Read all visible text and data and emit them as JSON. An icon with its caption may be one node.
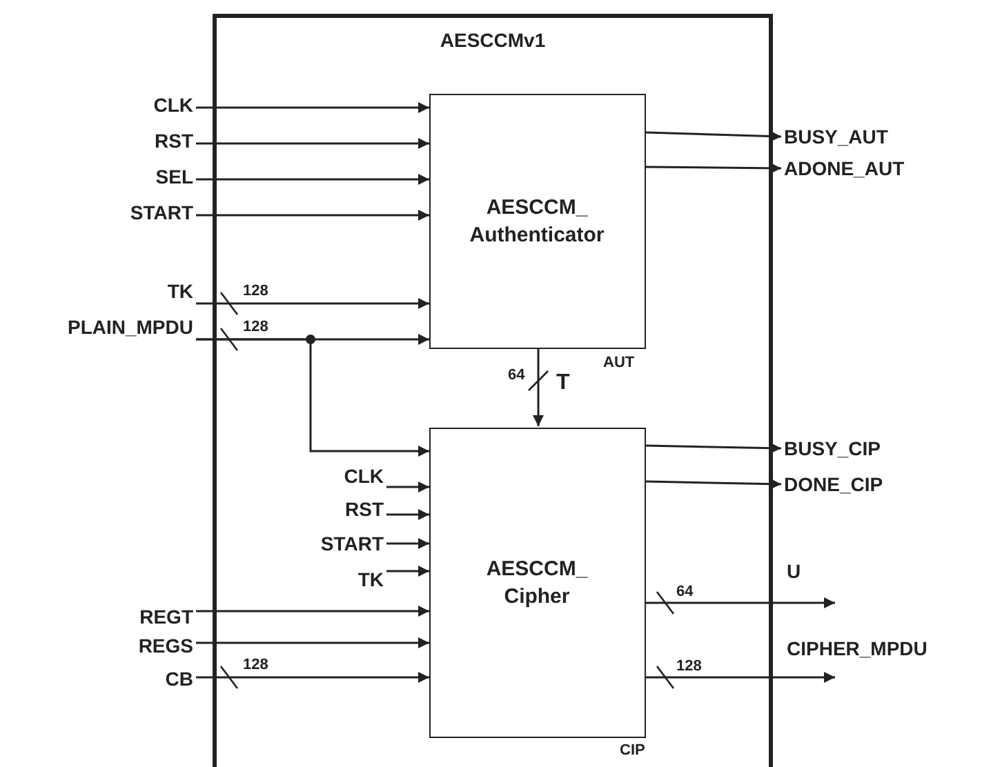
{
  "diagram": {
    "nodes": [
      {
        "text": [
          "AESCCMv1"
        ]
      },
      {
        "text": [
          "AESCCM_ Authenticator"
        ],
        "in": 0,
        "beside": [
          "AUT"
        ]
      },
      {
        "text": [
          "AESCCM_ Cipher"
        ],
        "in": 0,
        "beside": [
          "CIP"
        ]
      },
      {
        "text": [
          "CLK"
        ]
      },
      {
        "text": [
          "RST"
        ]
      },
      {
        "text": [
          "SEL"
        ]
      },
      {
        "text": [
          "START"
        ]
      },
      {
        "text": [
          "TK"
        ]
      },
      {
        "text": [
          "PLAIN_MPDU"
        ]
      },
      {
        "text": [
          "REGT"
        ]
      },
      {
        "text": [
          "REGS"
        ]
      },
      {
        "text": [
          "CB"
        ]
      },
      {
        "text": [
          "CLK"
        ],
        "in": 0
      },
      {
        "text": [
          "RST"
        ],
        "in": 0
      },
      {
        "text": [
          "START"
        ],
        "in": 0
      },
      {
        "text": [
          "TK"
        ],
        "in": 0
      },
      {
        "text": [
          "BUSY_AUT"
        ]
      },
      {
        "text": [
          "ADONE_AUT"
        ]
      },
      {
        "text": [
          "BUSY_CIP"
        ]
      },
      {
        "text": [
          "DONE_CIP"
        ]
      },
      {
        "text": [
          "U"
        ]
      },
      {
        "text": [
          "CIPHER_MPDU"
        ]
      }
    ],
    "edges": [
      {
        "from": 3,
        "to": 1,
        "arrow": "to"
      },
      {
        "from": 4,
        "to": 1,
        "arrow": "to"
      },
      {
        "from": 5,
        "to": 1,
        "arrow": "to"
      },
      {
        "from": 6,
        "to": 1,
        "arrow": "to"
      },
      {
        "from": 7,
        "to": 1,
        "arrow": "to",
        "label": "128"
      },
      {
        "from": 8,
        "to": 1,
        "arrow": "to",
        "label": "128"
      },
      {
        "from": 8,
        "to": 2,
        "arrow": "to"
      },
      {
        "from": 12,
        "to": 2,
        "arrow": "to"
      },
      {
        "from": 13,
        "to": 2,
        "arrow": "to"
      },
      {
        "from": 14,
        "to": 2,
        "arrow": "to"
      },
      {
        "from": 15,
        "to": 2,
        "arrow": "to"
      },
      {
        "from": 9,
        "to": 2,
        "arrow": "to"
      },
      {
        "from": 10,
        "to": 2,
        "arrow": "to"
      },
      {
        "from": 11,
        "to": 2,
        "arrow": "to",
        "label": "128"
      },
      {
        "from": 1,
        "to": 2,
        "arrow": "to",
        "label": "64"
      },
      {
        "from": 1,
        "to": 16,
        "arrow": "to"
      },
      {
        "from": 1,
        "to": 17,
        "arrow": "to"
      },
      {
        "from": 2,
        "to": 18,
        "arrow": "to"
      },
      {
        "from": 2,
        "to": 19,
        "arrow": "to"
      },
      {
        "from": 2,
        "to": 20,
        "arrow": "to",
        "label": "64"
      },
      {
        "from": 2,
        "to": 21,
        "arrow": "to",
        "label": "128"
      }
    ],
    "labels": [
      "T"
    ]
  }
}
